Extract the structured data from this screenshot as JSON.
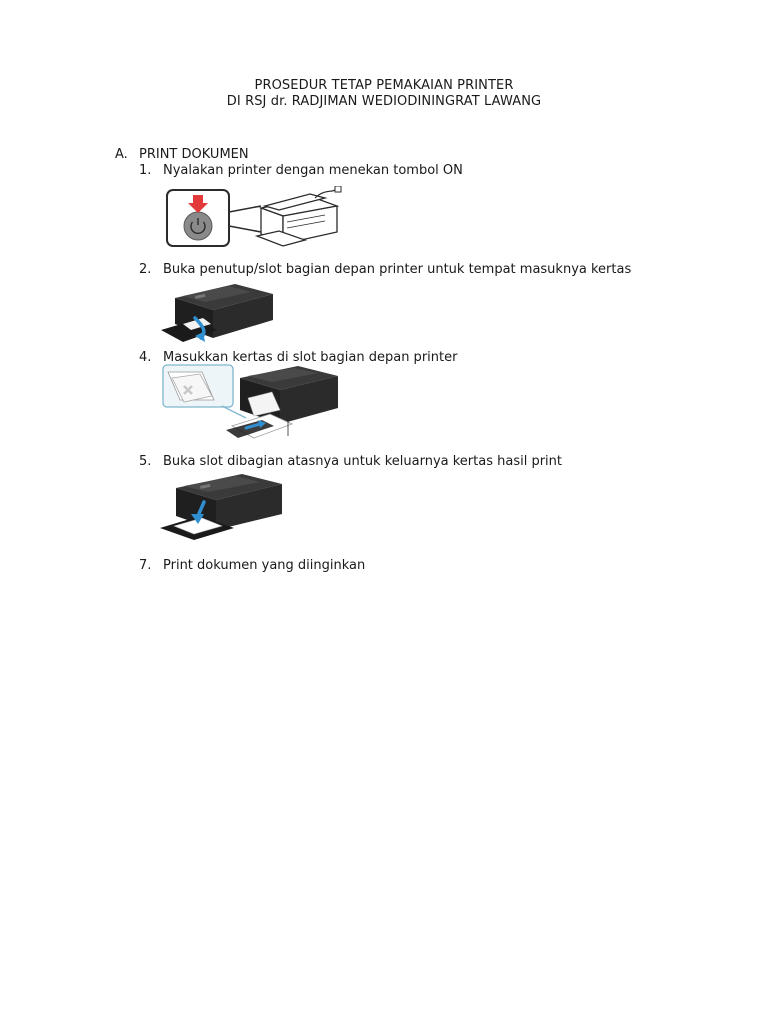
{
  "document": {
    "title_line1": "PROSEDUR TETAP PEMAKAIAN PRINTER",
    "title_line2": "DI RSJ dr. RADJIMAN WEDIODININGRAT LAWANG"
  },
  "section": {
    "marker": "A.",
    "label": "PRINT DOKUMEN"
  },
  "steps": [
    {
      "number": "1.",
      "text": "Nyalakan printer dengan menekan tombol ON",
      "illustration": "power-button-printer-illustration"
    },
    {
      "number": "2.",
      "text": "Buka penutup/slot bagian depan printer untuk tempat masuknya kertas",
      "illustration": "open-front-cover-illustration"
    },
    {
      "number": "4.",
      "text": "Masukkan kertas di slot bagian depan printer",
      "illustration": "insert-paper-illustration"
    },
    {
      "number": "5.",
      "text": "Buka slot dibagian atasnya untuk keluarnya kertas hasil print",
      "illustration": "open-output-tray-illustration"
    },
    {
      "number": "7.",
      "text": "Print dokumen yang diinginkan"
    }
  ],
  "colors": {
    "text": "#1a1a1a",
    "printer_dark": "#2b2b2b",
    "arrow_red": "#e23a3a",
    "arrow_blue": "#2f8fd0",
    "button_gray": "#8a8a8a"
  }
}
